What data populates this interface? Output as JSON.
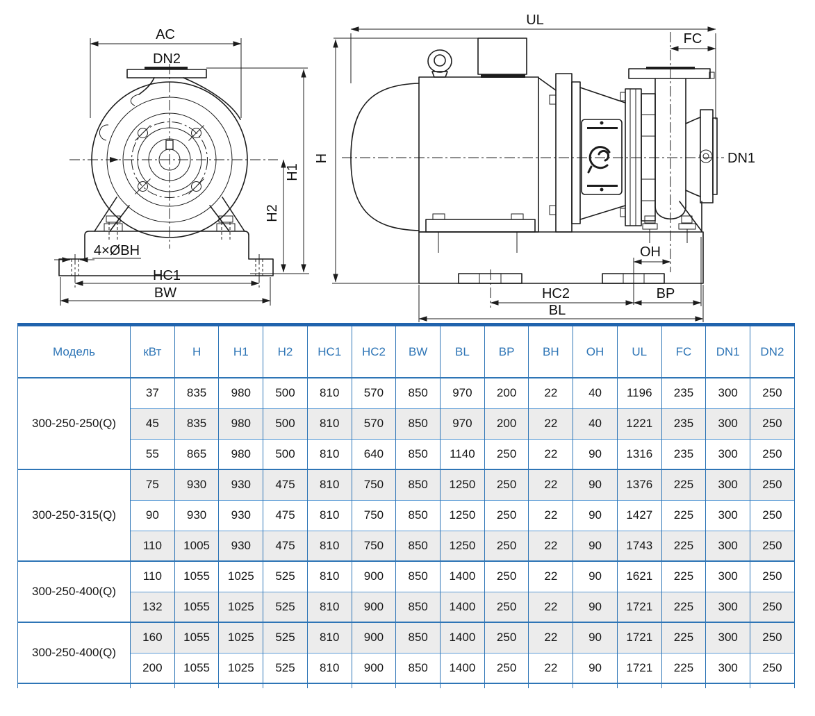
{
  "drawing": {
    "front_view": {
      "labels": {
        "ac": "AC",
        "dn2": "DN2",
        "bolt_holes": "4×ØBH",
        "hc1": "HC1",
        "bw": "BW",
        "h1": "H1",
        "h2": "H2"
      }
    },
    "side_view": {
      "labels": {
        "ul": "UL",
        "fc": "FC",
        "h": "H",
        "dn1": "DN1",
        "oh": "OH",
        "hc2": "HC2",
        "bp": "BP",
        "bl": "BL"
      }
    }
  },
  "table": {
    "columns": [
      "Модель",
      "кВт",
      "H",
      "H1",
      "H2",
      "HC1",
      "HC2",
      "BW",
      "BL",
      "BP",
      "BH",
      "OH",
      "UL",
      "FC",
      "DN1",
      "DN2"
    ],
    "groups": [
      {
        "model": "300-250-250(Q)",
        "rows": [
          {
            "shaded": false,
            "cells": [
              "37",
              "835",
              "980",
              "500",
              "810",
              "570",
              "850",
              "970",
              "200",
              "22",
              "40",
              "1196",
              "235",
              "300",
              "250"
            ]
          },
          {
            "shaded": true,
            "cells": [
              "45",
              "835",
              "980",
              "500",
              "810",
              "570",
              "850",
              "970",
              "200",
              "22",
              "40",
              "1221",
              "235",
              "300",
              "250"
            ]
          },
          {
            "shaded": false,
            "cells": [
              "55",
              "865",
              "980",
              "500",
              "810",
              "640",
              "850",
              "1140",
              "250",
              "22",
              "90",
              "1316",
              "235",
              "300",
              "250"
            ]
          }
        ]
      },
      {
        "model": "300-250-315(Q)",
        "rows": [
          {
            "shaded": true,
            "cells": [
              "75",
              "930",
              "930",
              "475",
              "810",
              "750",
              "850",
              "1250",
              "250",
              "22",
              "90",
              "1376",
              "225",
              "300",
              "250"
            ]
          },
          {
            "shaded": false,
            "cells": [
              "90",
              "930",
              "930",
              "475",
              "810",
              "750",
              "850",
              "1250",
              "250",
              "22",
              "90",
              "1427",
              "225",
              "300",
              "250"
            ]
          },
          {
            "shaded": true,
            "cells": [
              "110",
              "1005",
              "930",
              "475",
              "810",
              "750",
              "850",
              "1250",
              "250",
              "22",
              "90",
              "1743",
              "225",
              "300",
              "250"
            ]
          }
        ]
      },
      {
        "model": "300-250-400(Q)",
        "rows": [
          {
            "shaded": false,
            "cells": [
              "110",
              "1055",
              "1025",
              "525",
              "810",
              "900",
              "850",
              "1400",
              "250",
              "22",
              "90",
              "1621",
              "225",
              "300",
              "250"
            ]
          },
          {
            "shaded": true,
            "cells": [
              "132",
              "1055",
              "1025",
              "525",
              "810",
              "900",
              "850",
              "1400",
              "250",
              "22",
              "90",
              "1721",
              "225",
              "300",
              "250"
            ]
          }
        ]
      },
      {
        "model": "300-250-400(Q)",
        "rows": [
          {
            "shaded": true,
            "cells": [
              "160",
              "1055",
              "1025",
              "525",
              "810",
              "900",
              "850",
              "1400",
              "250",
              "22",
              "90",
              "1721",
              "225",
              "300",
              "250"
            ]
          },
          {
            "shaded": false,
            "cells": [
              "200",
              "1055",
              "1025",
              "525",
              "810",
              "900",
              "850",
              "1400",
              "250",
              "22",
              "90",
              "1721",
              "225",
              "300",
              "250"
            ]
          }
        ]
      }
    ]
  },
  "colors": {
    "header_text": "#2e75b6",
    "grid_blue": "#2e75b6",
    "grid_light": "#5b9bd5",
    "top_bar": "#2063ad",
    "row_shade": "#ececec",
    "line": "#1c1c1c"
  }
}
